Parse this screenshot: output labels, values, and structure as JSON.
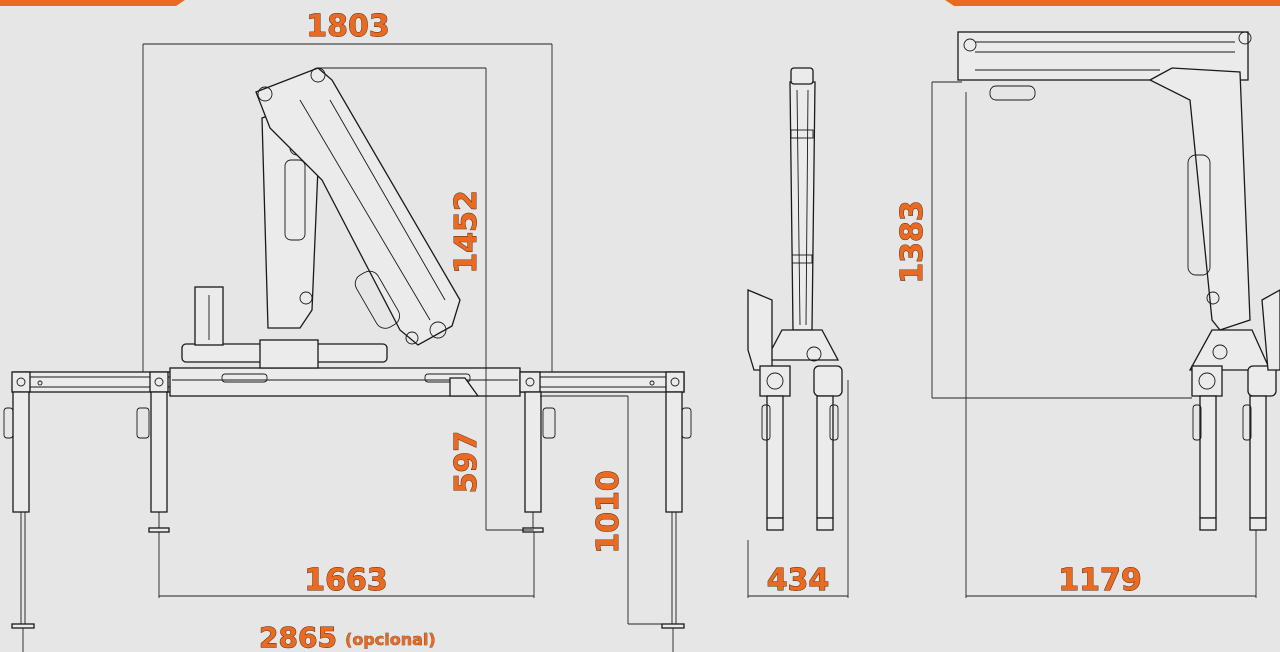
{
  "colors": {
    "accent": "#ea6a22",
    "background": "#e6e6e6",
    "line": "#1a1a1a"
  },
  "dimensions": {
    "top_width": "1803",
    "column_height": "1452",
    "leg_height": "597",
    "stabilizer_span": "1663",
    "optional_span": "2865",
    "optional_note": "(opcional)",
    "leg_extension": "1010",
    "side_width": "434",
    "rear_height": "1383",
    "rear_width": "1179"
  }
}
